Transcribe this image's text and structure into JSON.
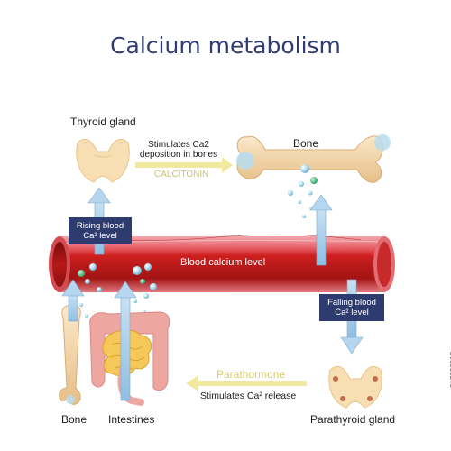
{
  "title": "Calcium metabolism",
  "organs": {
    "thyroid": "Thyroid gland",
    "bone_top": "Bone",
    "bone_bottom": "Bone",
    "intestines": "Intestines",
    "parathyroid": "Parathyroid gland"
  },
  "vessel": {
    "label": "Blood calcium level"
  },
  "processes": {
    "stimulates_deposition_line1": "Stimulates Ca2",
    "stimulates_deposition_line2": "deposition in bones",
    "calcitonin": "CALCITONIN",
    "parathormone": "Parathormone",
    "stimulates_release": "Stimulates Ca² release"
  },
  "states": {
    "rising_line1": "Rising blood",
    "rising_line2": "Ca² level",
    "falling_line1": "Falling blood",
    "falling_line2": "Ca² level"
  },
  "stock_id": "317326017",
  "colors": {
    "title": "#2f3b73",
    "badge": "#2e3b6e",
    "vessel_dark": "#8f1010",
    "vessel_mid": "#cc1f1f",
    "vessel_light": "#e8626a",
    "arrow_blue": "#a8cde8",
    "arrow_yellow": "#f0e9a0",
    "bone": "#f3d6ac",
    "gland": "#f7dfb3",
    "intestine": "#f6c85a",
    "calcium_dot": "#9fd3ea",
    "calcium_green": "#3ec983"
  },
  "icons": [
    "thyroid-gland-icon",
    "bone-icon",
    "intestines-icon",
    "parathyroid-gland-icon",
    "blood-vessel-icon",
    "calcium-particle-icon",
    "arrow-icon"
  ]
}
